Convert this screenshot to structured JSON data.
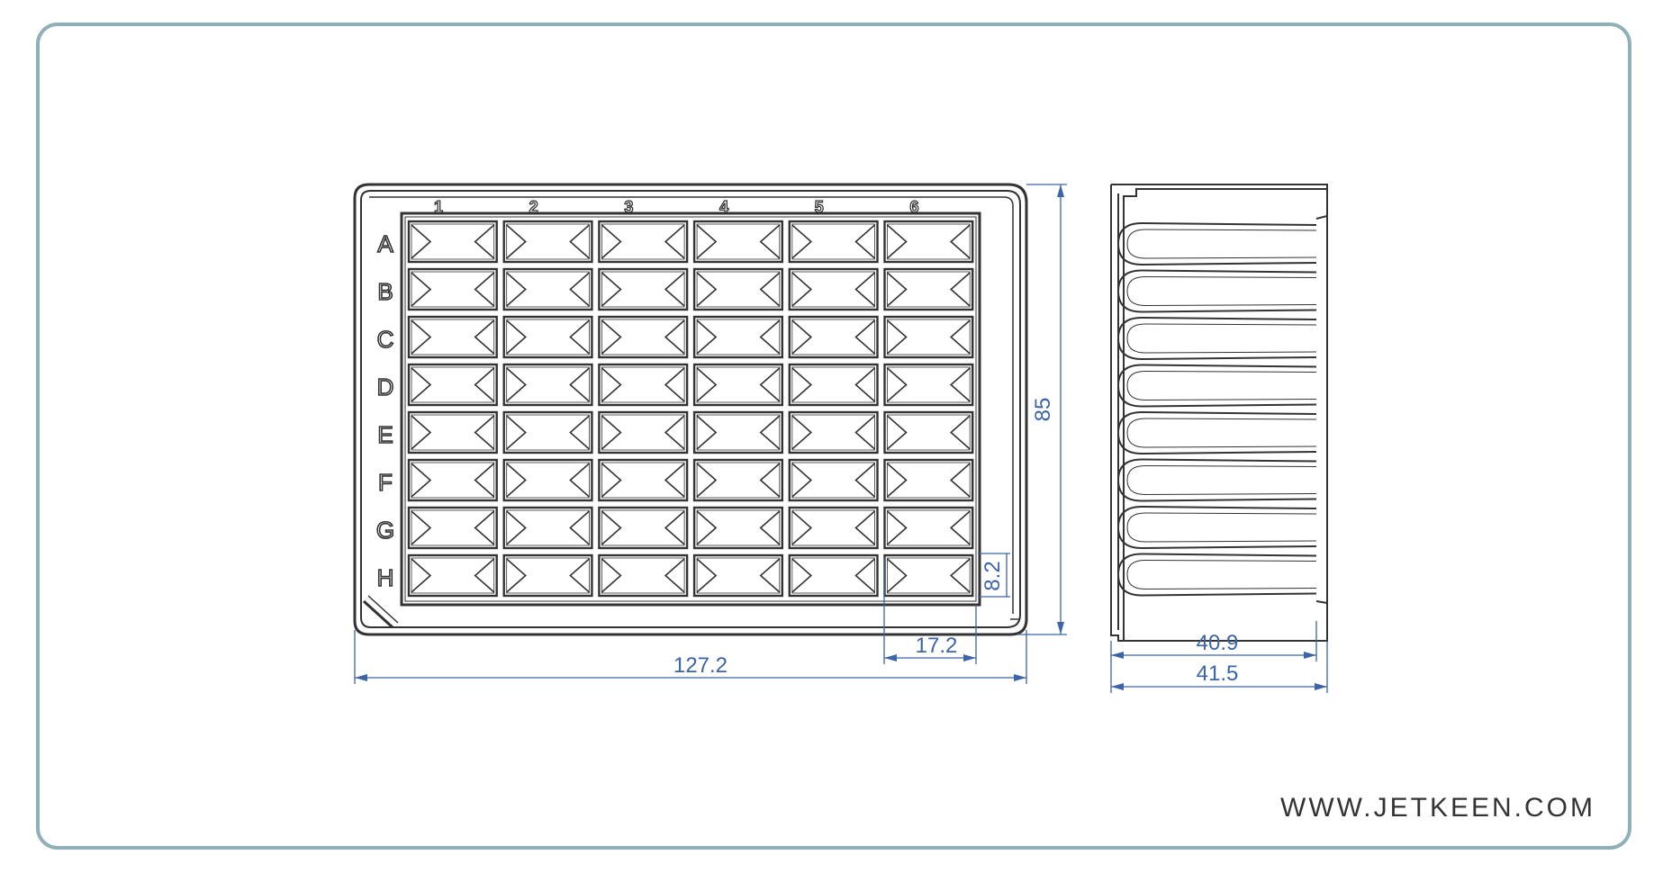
{
  "drawing": {
    "columns": [
      "1",
      "2",
      "3",
      "4",
      "5",
      "6"
    ],
    "rows": [
      "A",
      "B",
      "C",
      "D",
      "E",
      "F",
      "G",
      "H"
    ],
    "dimensions": {
      "plate_length": "127.2",
      "plate_width": "85",
      "well_pitch": "17.2",
      "well_height": "8.2",
      "side_inner_depth": "40.9",
      "side_outer_depth": "41.5"
    }
  },
  "footer": {
    "website": "WWW.JETKEEN.COM"
  },
  "colors": {
    "frame": "#8fb0b8",
    "line": "#333333",
    "dimension": "#3c64a6"
  }
}
